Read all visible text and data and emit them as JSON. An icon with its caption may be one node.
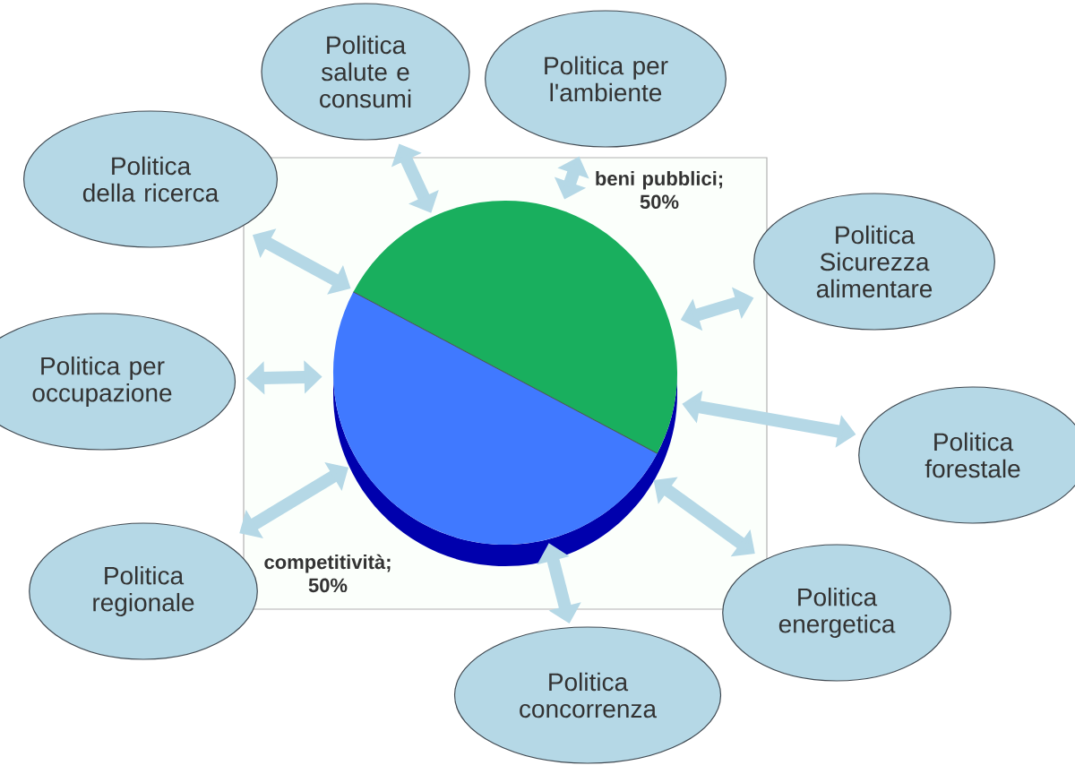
{
  "diagram": {
    "nodes": [
      {
        "text": [],
        "shape": "circle",
        "beside": [
          "beni pubblici; 50%",
          "competitività; 50%"
        ]
      },
      {
        "text": [
          "Politica salute e consumi"
        ]
      },
      {
        "text": [
          "Politica per l'ambiente"
        ]
      },
      {
        "text": [
          "Politica della ricerca"
        ]
      },
      {
        "text": [
          "Politica Sicurezza alimentare"
        ]
      },
      {
        "text": [
          "Politica per occupazione"
        ]
      },
      {
        "text": [
          "Politica forestale"
        ]
      },
      {
        "text": [
          "Politica regionale"
        ]
      },
      {
        "text": [
          "Politica energetica"
        ]
      },
      {
        "text": [
          "Politica concorrenza"
        ]
      }
    ],
    "edges": [
      {
        "from": 1,
        "to": 0,
        "arrow": "both"
      },
      {
        "from": 2,
        "to": 0,
        "arrow": "both"
      },
      {
        "from": 3,
        "to": 0,
        "arrow": "both"
      },
      {
        "from": 4,
        "to": 0,
        "arrow": "both"
      },
      {
        "from": 5,
        "to": 0,
        "arrow": "both"
      },
      {
        "from": 6,
        "to": 0,
        "arrow": "both"
      },
      {
        "from": 7,
        "to": 0,
        "arrow": "both"
      },
      {
        "from": 8,
        "to": 0,
        "arrow": "both"
      },
      {
        "from": 9,
        "to": 0,
        "arrow": "both"
      }
    ]
  }
}
